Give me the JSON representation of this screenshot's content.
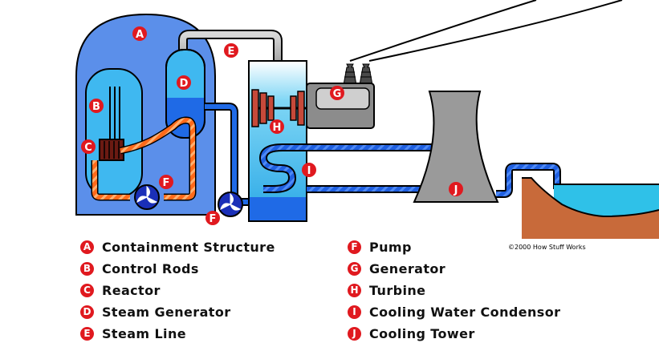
{
  "diagram": {
    "markers": {
      "A": "A",
      "B": "B",
      "C": "C",
      "D": "D",
      "E": "E",
      "F1": "F",
      "F2": "F",
      "G": "G",
      "H": "H",
      "I": "I",
      "J": "J"
    },
    "credit": "©2000 How Stuff Works",
    "colors": {
      "containment": "#5b8fea",
      "reactor_vessel": "#3fb8f0",
      "hot_loop": "#ff6a1a",
      "water_pipe": "#1f6ae6",
      "fan": "#1a2fb8",
      "cooling_tower": "#9a9a9a",
      "generator": "#8c8c8c",
      "lake": "#2fc1e8",
      "earth": "#c86a3a",
      "marker": "#e0191f"
    }
  },
  "legend": {
    "left": [
      {
        "letter": "A",
        "label": "Containment Structure"
      },
      {
        "letter": "B",
        "label": "Control Rods"
      },
      {
        "letter": "C",
        "label": "Reactor"
      },
      {
        "letter": "D",
        "label": "Steam Generator"
      },
      {
        "letter": "E",
        "label": "Steam Line"
      }
    ],
    "right": [
      {
        "letter": "F",
        "label": "Pump"
      },
      {
        "letter": "G",
        "label": "Generator"
      },
      {
        "letter": "H",
        "label": "Turbine"
      },
      {
        "letter": "I",
        "label": "Cooling Water Condensor"
      },
      {
        "letter": "J",
        "label": "Cooling Tower"
      }
    ]
  }
}
